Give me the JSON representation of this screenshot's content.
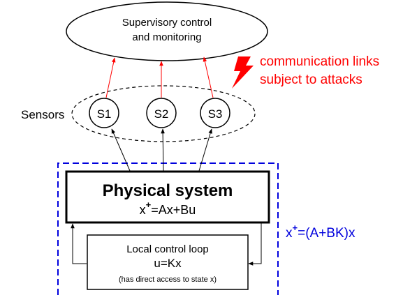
{
  "supervisory": {
    "line1": "Supervisory control",
    "line2": "and monitoring"
  },
  "sensors": {
    "group_label": "Sensors",
    "items": [
      {
        "label": "S1"
      },
      {
        "label": "S2"
      },
      {
        "label": "S3"
      }
    ]
  },
  "attack_note": {
    "line1": "communication links",
    "line2": "subject to attacks"
  },
  "physical_system": {
    "title": "Physical system",
    "equation_lhs": "x",
    "equation_sup": "+",
    "equation_rhs": "=Ax+Bu"
  },
  "closed_loop": {
    "lhs": "x",
    "sup": "+",
    "rhs": "=(A+BK)x"
  },
  "local_control": {
    "title": "Local control loop",
    "law": "u=Kx",
    "note": "(has direct access to state x)"
  },
  "colors": {
    "red": "#ff0000",
    "blue": "#0000dd",
    "black": "#000000",
    "lightning": "#ff0000"
  },
  "icons": {
    "lightning": "lightning-bolt-icon"
  }
}
